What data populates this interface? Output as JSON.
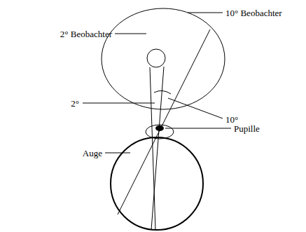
{
  "diagram": {
    "labels": [
      "10° Beobachter",
      "2° Beobachter",
      "2°",
      "10°",
      "Pupille",
      "Auge"
    ]
  }
}
